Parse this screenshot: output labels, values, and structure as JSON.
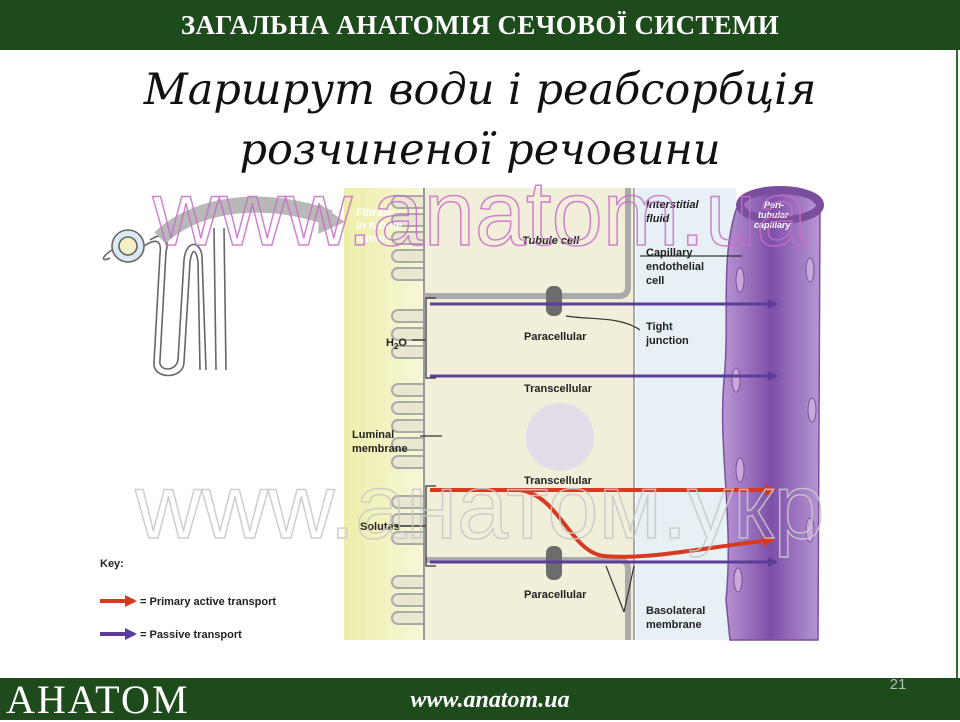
{
  "header": {
    "title": "ЗАГАЛЬНА АНАТОМІЯ СЕЧОВОЇ СИСТЕМИ"
  },
  "slide": {
    "title_line1": "Маршрут води і реабсорбція",
    "title_line2": "розчиненої речовини",
    "page_number": "21"
  },
  "diagram": {
    "labels": {
      "filtrate": [
        "Filtrate",
        "in tubule",
        "lumen"
      ],
      "tubule_cell": "Tubule cell",
      "interstitial": [
        "Interstitial",
        "fluid"
      ],
      "peritubular": [
        "Peri-",
        "tubular",
        "capillary"
      ],
      "capillary_endothelial": [
        "Capillary",
        "endothelial",
        "cell"
      ],
      "h2o": "H",
      "h2o_sub": "2",
      "h2o_tail": "O",
      "paracellular_top": "Paracellular",
      "tight_junction": [
        "Tight",
        "junction"
      ],
      "transcellular_top": "Transcellular",
      "luminal_membrane": [
        "Luminal",
        "membrane"
      ],
      "transcellular_bottom": "Transcellular",
      "solutes": "Solutes",
      "paracellular_bottom": "Paracellular",
      "basolateral_membrane": [
        "Basolateral",
        "membrane"
      ]
    },
    "key": {
      "title": "Key:",
      "primary": "= Primary active transport",
      "passive": "= Passive transport"
    },
    "colors": {
      "primary_active": "#d83a20",
      "passive": "#5a3e9a",
      "lumen": "#f0f0b4",
      "capillary": "#8a5fb3"
    }
  },
  "watermarks": {
    "top": "www.anatom.ua",
    "bottom": "www.анатом.укр"
  },
  "footer": {
    "logo": "АНАТОМ",
    "url": "www.anatom.ua"
  }
}
